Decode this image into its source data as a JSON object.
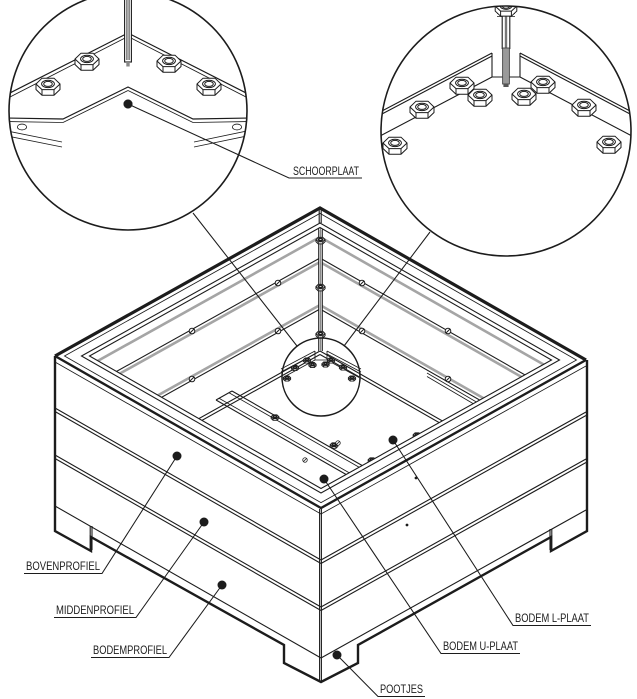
{
  "labels": {
    "schoorplaat": "SCHOORPLAAT",
    "bovenprofiel": "BOVENPROFIEL",
    "middenprofiel": "MIDDENPROFIEL",
    "bodemprofiel": "BODEMPROFIEL",
    "pootjes": "POOTJES",
    "bodem_u_plaat": "BODEM U-PLAAT",
    "bodem_l_plaat": "BODEM L-PLAAT"
  },
  "colors": {
    "line": "#1c1c1c",
    "gray": "#a5a5a5",
    "background": "#ffffff"
  }
}
